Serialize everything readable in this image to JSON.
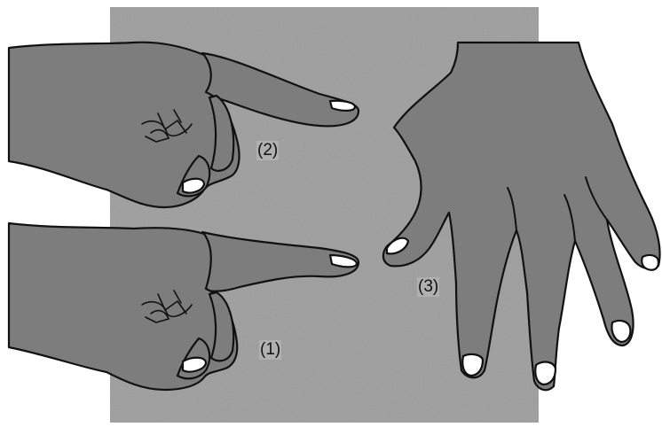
{
  "labels": {
    "hand_2": "(2)",
    "hand_1": "(1)",
    "hand_3": "(3)"
  },
  "colors": {
    "background_panel": "#9d9d9d",
    "skin": "#7d7d7d",
    "outline": "#111111",
    "nail": "#ffffff"
  }
}
